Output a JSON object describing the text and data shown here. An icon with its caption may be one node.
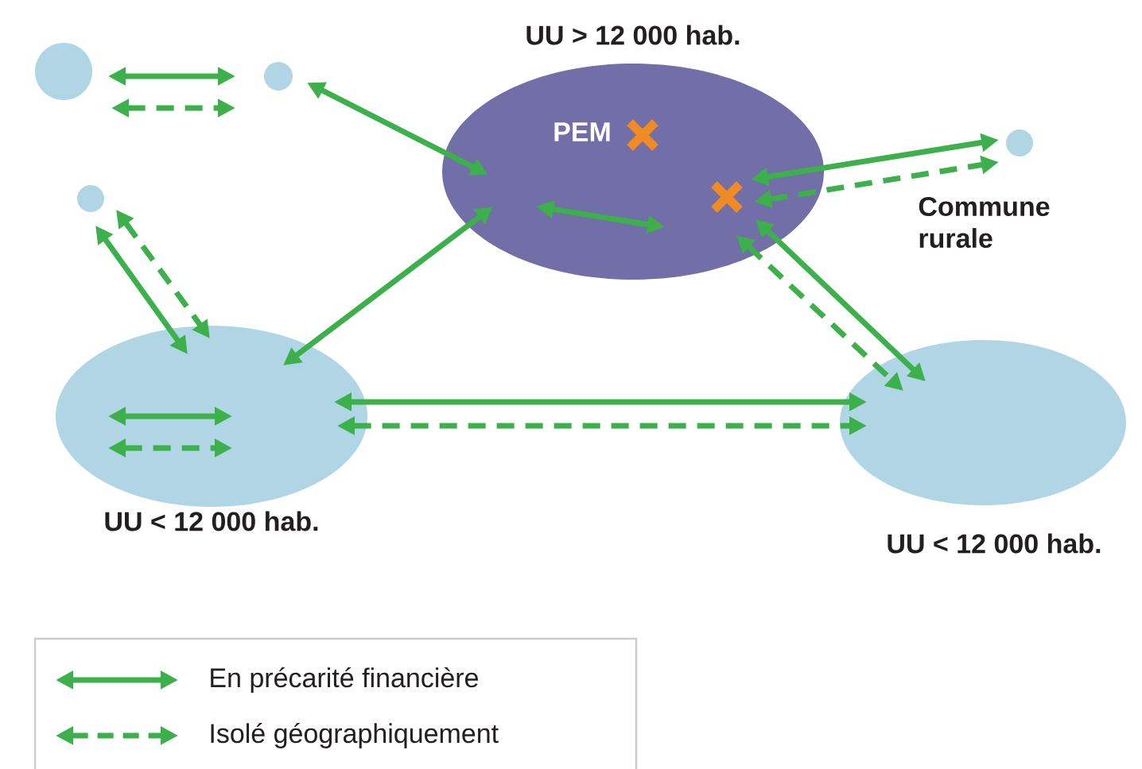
{
  "diagram": {
    "nodes": [
      {
        "text": [],
        "shape": "circle"
      },
      {
        "text": [],
        "shape": "circle"
      },
      {
        "text": [
          "UU > 12 000 hab.",
          "PEM"
        ]
      },
      {
        "text": [],
        "shape": "cross",
        "in": 2
      },
      {
        "text": [],
        "shape": "cross",
        "in": 2
      },
      {
        "text": [],
        "shape": "circle"
      },
      {
        "text": [],
        "shape": "circle",
        "beside": [
          "Commune rurale"
        ]
      },
      {
        "text": [
          "UU < 12 000 hab."
        ]
      },
      {
        "text": [
          "UU < 12 000 hab."
        ]
      }
    ],
    "edges": [
      {
        "from": 0,
        "to": 1,
        "arrow": "both"
      },
      {
        "from": 0,
        "to": 1,
        "arrow": "both",
        "style": "dashed"
      },
      {
        "from": 1,
        "to": 2,
        "arrow": "both"
      },
      {
        "from": 5,
        "to": 7,
        "arrow": "both"
      },
      {
        "from": 5,
        "to": 7,
        "arrow": "both",
        "style": "dashed"
      },
      {
        "from": 7,
        "to": 2,
        "arrow": "both"
      },
      {
        "from": 4,
        "to": 6,
        "arrow": "both"
      },
      {
        "from": 4,
        "to": 6,
        "arrow": "both",
        "style": "dashed"
      },
      {
        "from": 4,
        "to": 8,
        "arrow": "both"
      },
      {
        "from": 4,
        "to": 8,
        "arrow": "both",
        "style": "dashed"
      },
      {
        "from": 7,
        "to": 8,
        "arrow": "both"
      },
      {
        "from": 7,
        "to": 8,
        "arrow": "both",
        "style": "dashed"
      }
    ],
    "legend": [
      {
        "text": "En précarité financière"
      },
      {
        "text": "Isolé géographiquement"
      }
    ]
  }
}
